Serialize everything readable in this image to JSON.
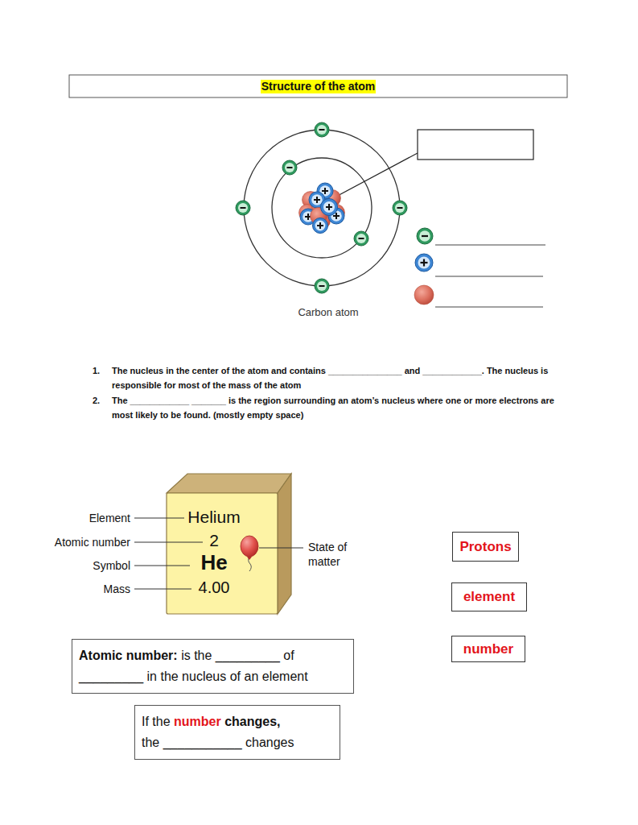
{
  "diagram": {
    "title": "Structure of the atom",
    "nodes": [
      {
        "text": [
          "Helium",
          "2",
          "He",
          "4.00"
        ]
      },
      {
        "text": [
          "Protons"
        ]
      },
      {
        "text": [
          "element"
        ]
      },
      {
        "text": [
          "number"
        ]
      },
      {
        "text": [
          "Atomic number:",
          "is the _________ of _________ in the nucleus of an element"
        ]
      },
      {
        "text": [
          "If the",
          "number",
          "changes,",
          "the ___________ changes"
        ]
      }
    ],
    "labels": [
      "Carbon atom",
      "1.",
      "The nucleus in the center of the atom and contains _______________ and ____________. The nucleus is responsible for most of the mass of the atom",
      "2.",
      "The ____________ _______ is the region surrounding an atom’s nucleus where one or more electrons are most likely to be found. (mostly empty space)",
      "Element",
      "Atomic number",
      "Symbol",
      "Mass",
      "State of matter"
    ]
  }
}
